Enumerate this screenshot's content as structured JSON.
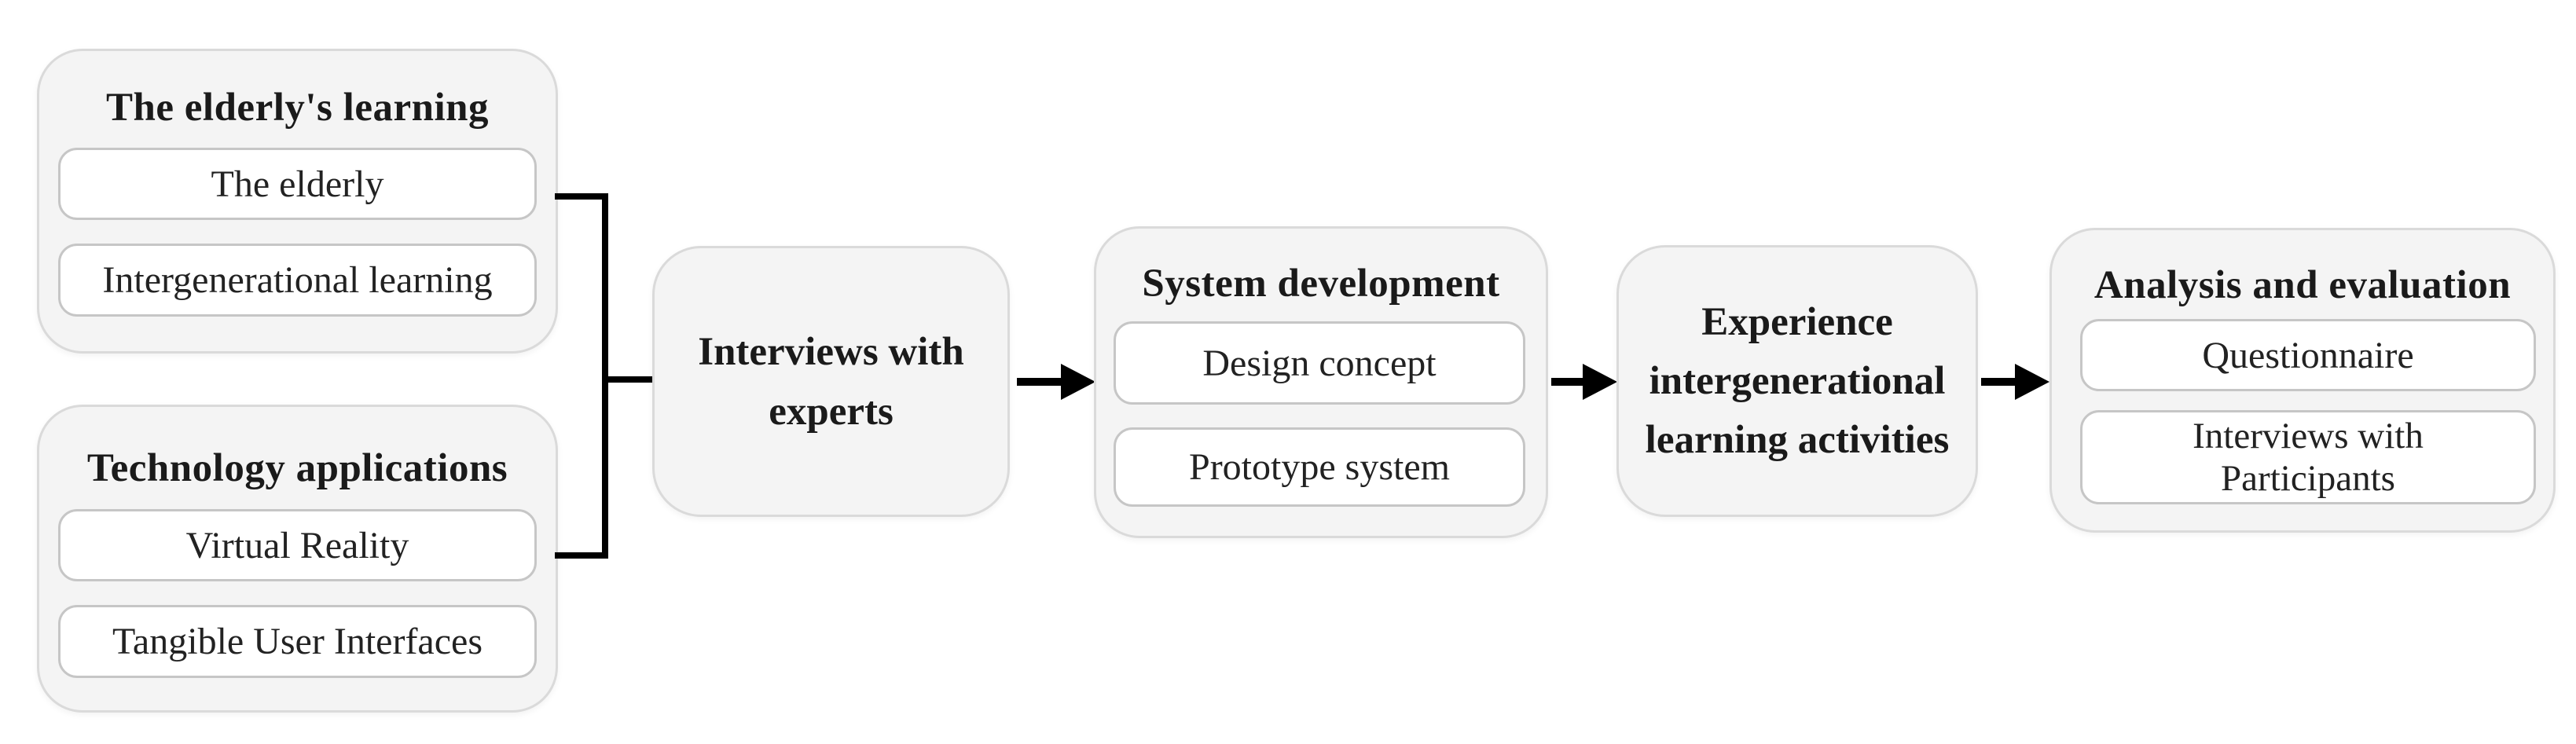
{
  "colors": {
    "group_background": "#f4f4f4",
    "group_border": "#dadada",
    "box_background": "#ffffff",
    "box_border": "#c6c6c6",
    "connector": "#000000",
    "text": "#1a1a1a"
  },
  "groups": {
    "elderly": {
      "title": "The elderly's learning",
      "items": [
        {
          "label": "The elderly"
        },
        {
          "label": "Intergenerational learning"
        }
      ]
    },
    "technology": {
      "title": "Technology applications",
      "items": [
        {
          "label": "Virtual Reality"
        },
        {
          "label": "Tangible User Interfaces"
        }
      ]
    },
    "system": {
      "title": "System development",
      "items": [
        {
          "label": "Design concept"
        },
        {
          "label": "Prototype system"
        }
      ]
    },
    "analysis": {
      "title": "Analysis and evaluation",
      "items": [
        {
          "label": "Questionnaire"
        },
        {
          "lines": [
            "Interviews with",
            "Participants"
          ]
        }
      ]
    }
  },
  "nodes": {
    "interviews": {
      "lines": [
        "Interviews with",
        "experts"
      ]
    },
    "experience": {
      "lines": [
        "Experience",
        "intergenerational",
        "learning activities"
      ]
    }
  }
}
